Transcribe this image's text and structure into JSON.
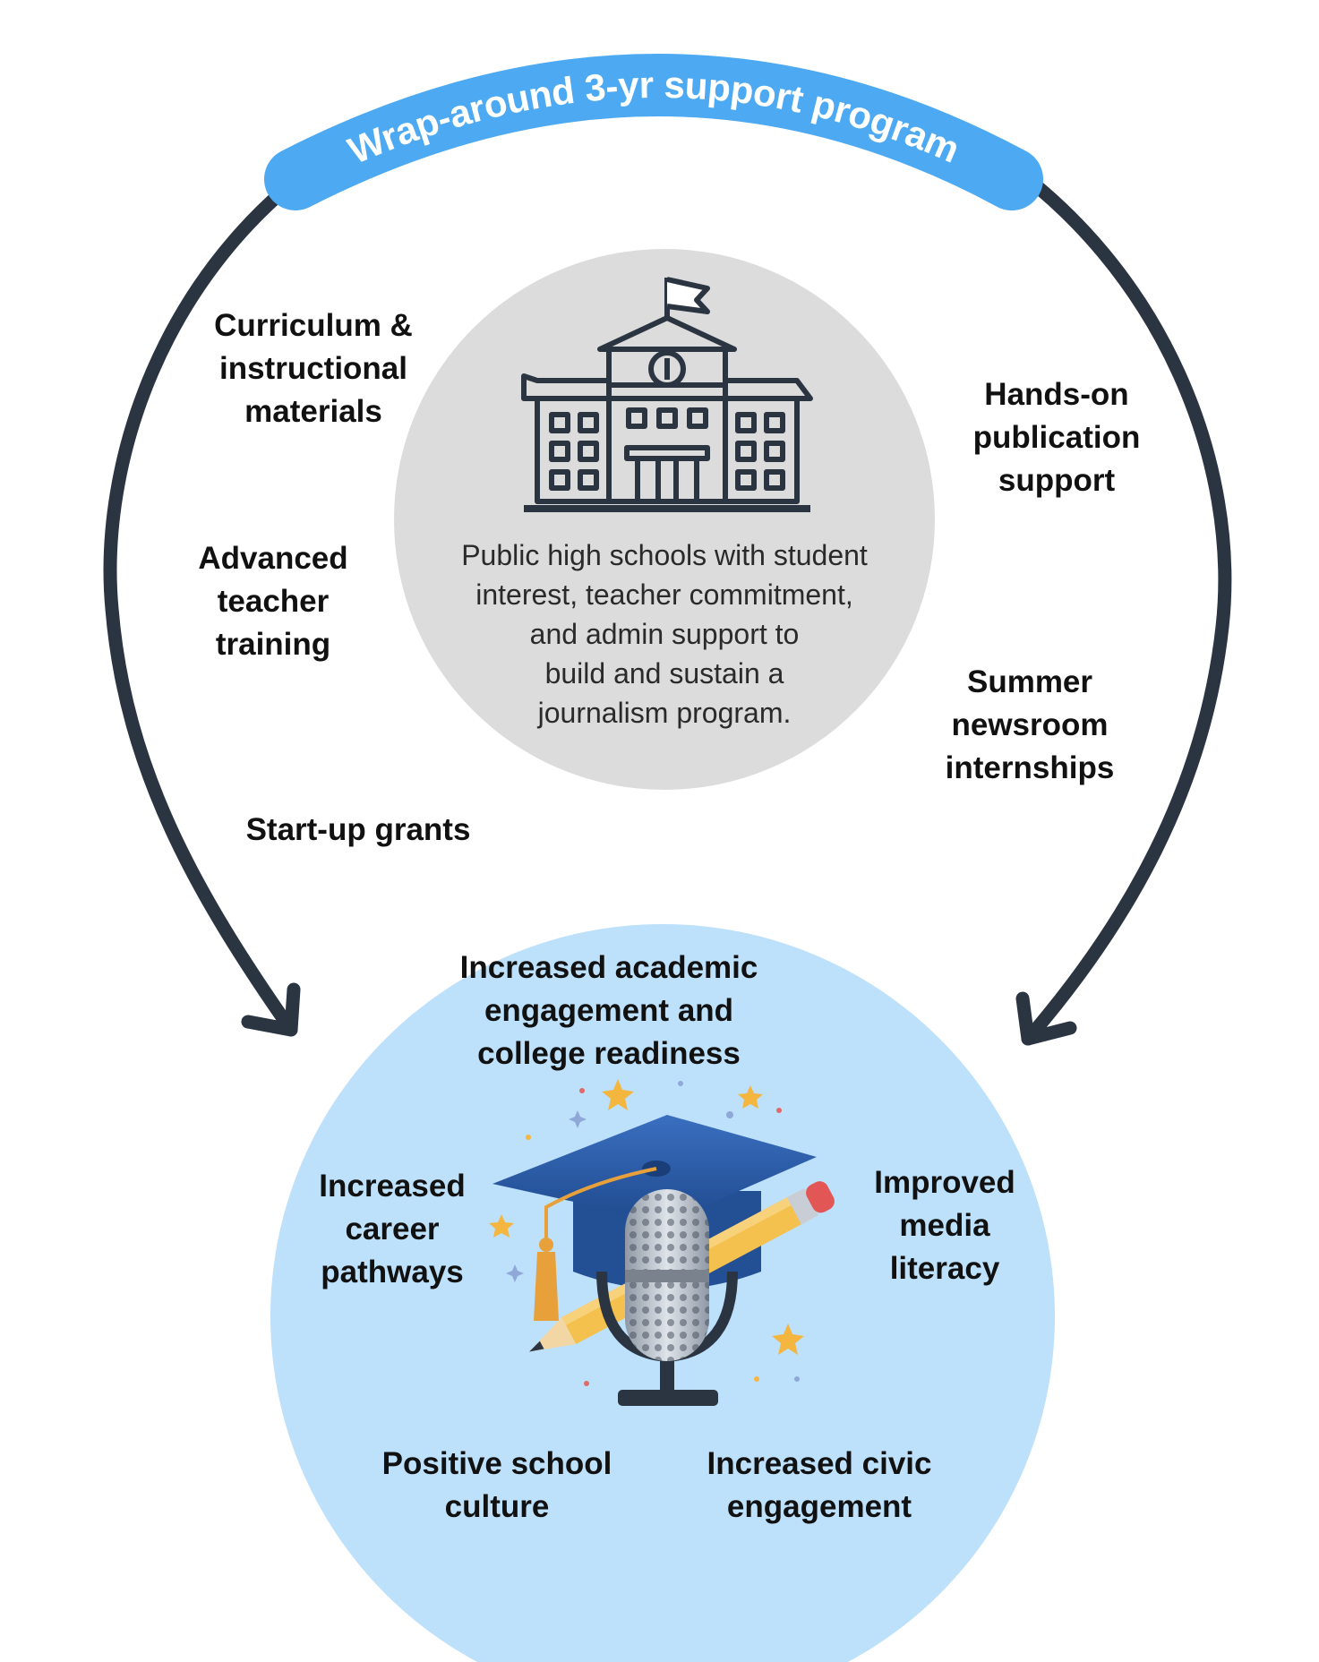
{
  "banner": {
    "text": "Wrap-around 3-yr support program",
    "color": "#4daaf2",
    "text_color": "#ffffff"
  },
  "center": {
    "text": "Public high schools with student\ninterest, teacher commitment,\nand admin support to\nbuild and sustain a\njournalism program.",
    "icon": "school-building-icon",
    "fill": "#dcdcdc"
  },
  "supports": [
    {
      "text": "Curriculum &\ninstructional\nmaterials"
    },
    {
      "text": "Advanced\nteacher\ntraining"
    },
    {
      "text": "Start-up grants"
    },
    {
      "text": "Hands-on\npublication\nsupport"
    },
    {
      "text": "Summer\nnewsroom\ninternships"
    }
  ],
  "outcomes": [
    {
      "text": "Increased academic\nengagement and\ncollege readiness"
    },
    {
      "text": "Increased\ncareer\npathways"
    },
    {
      "text": "Improved\nmedia\nliteracy"
    },
    {
      "text": "Positive school\nculture"
    },
    {
      "text": "Increased civic\nengagement"
    }
  ],
  "outcome_circle": {
    "fill": "#bde0fb"
  },
  "outcome_icon": "graduation-cap-microphone-pencil-icon",
  "arrow_color": "#2b3542"
}
